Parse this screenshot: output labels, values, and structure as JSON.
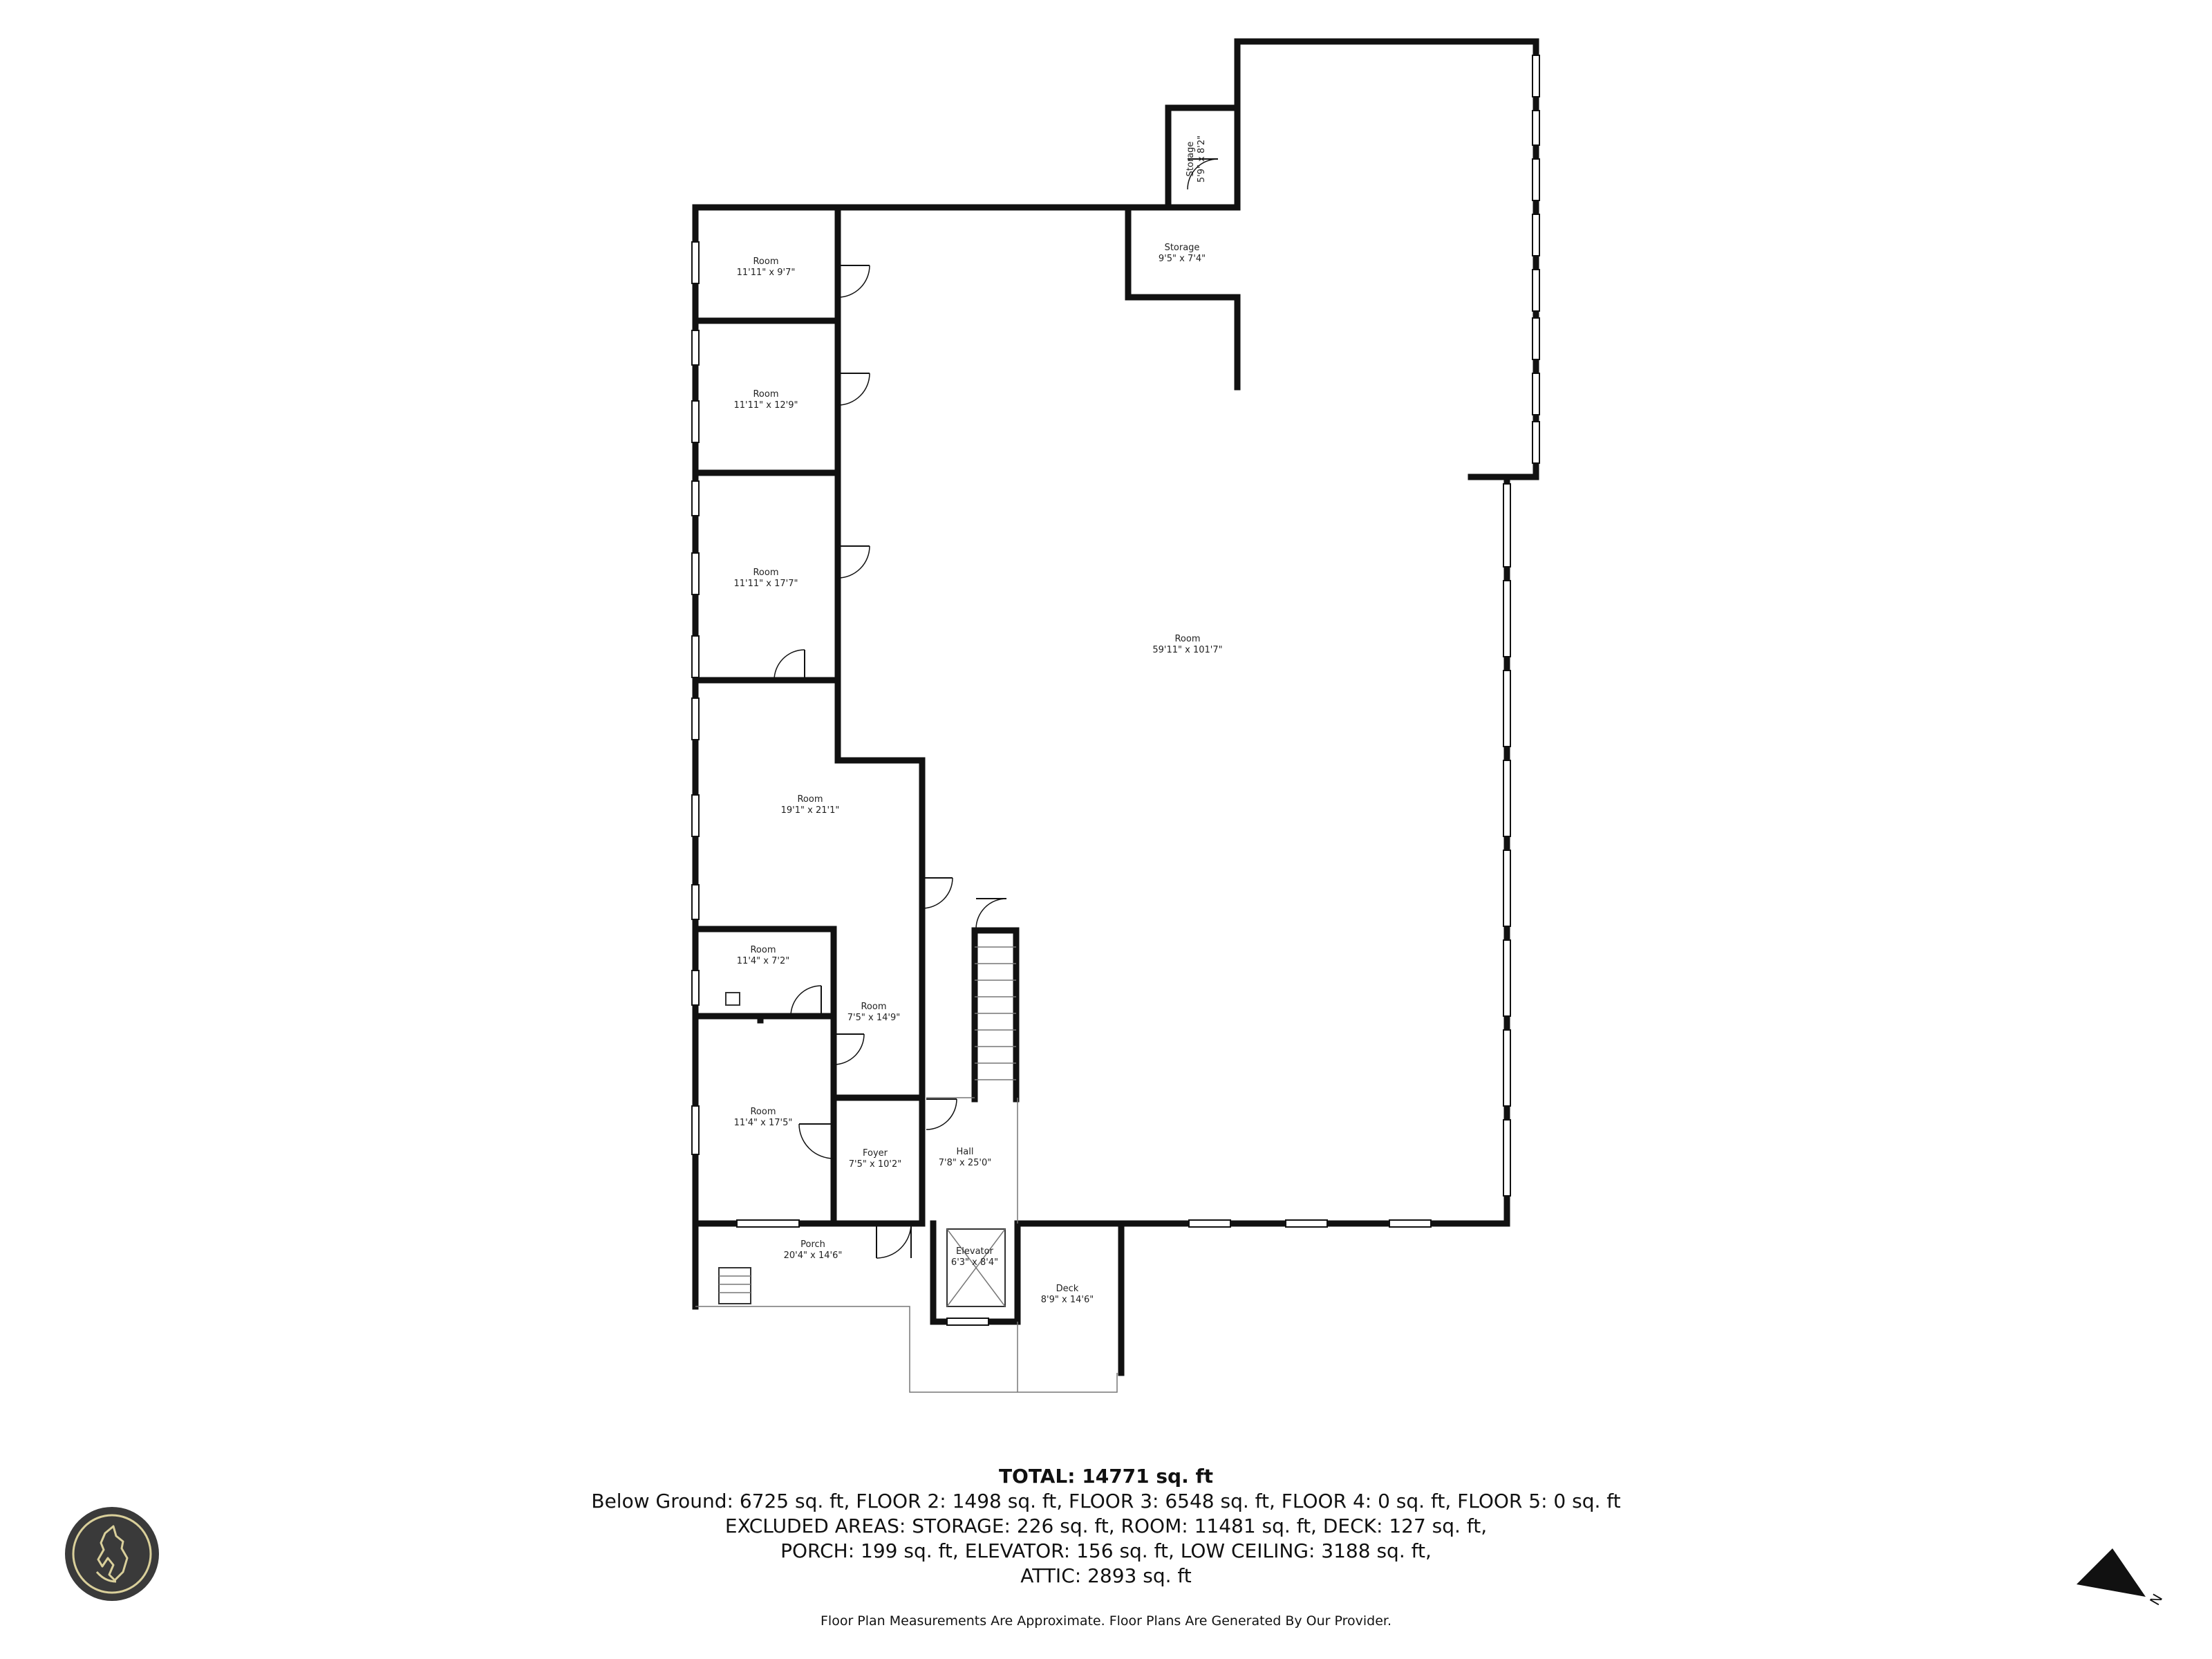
{
  "rooms": {
    "room_a": {
      "name": "Room",
      "size": "11'11\" x 9'7\""
    },
    "room_b": {
      "name": "Room",
      "size": "11'11\" x 12'9\""
    },
    "room_c": {
      "name": "Room",
      "size": "11'11\" x 17'7\""
    },
    "room_d": {
      "name": "Room",
      "size": "19'1\" x 21'1\""
    },
    "room_e": {
      "name": "Room",
      "size": "11'4\" x 7'2\""
    },
    "room_f": {
      "name": "Room",
      "size": "7'5\" x 14'9\""
    },
    "room_g": {
      "name": "Room",
      "size": "11'4\" x 17'5\""
    },
    "foyer": {
      "name": "Foyer",
      "size": "7'5\" x 10'2\""
    },
    "hall": {
      "name": "Hall",
      "size": "7'8\" x 25'0\""
    },
    "porch": {
      "name": "Porch",
      "size": "20'4\" x 14'6\""
    },
    "elevator": {
      "name": "Elevator",
      "size": "6'3\" x 8'4\""
    },
    "deck": {
      "name": "Deck",
      "size": "8'9\" x 14'6\""
    },
    "main_room": {
      "name": "Room",
      "size": "59'11\" x 101'7\""
    },
    "storage_top": {
      "name": "Storage",
      "size": "5'9\" x 8'2\""
    },
    "storage_mid": {
      "name": "Storage",
      "size": "9'5\" x 7'4\""
    }
  },
  "summary": {
    "total": "TOTAL: 14771 sq. ft",
    "line1": "Below Ground: 6725 sq. ft, FLOOR 2: 1498 sq. ft, FLOOR 3: 6548 sq. ft, FLOOR 4: 0 sq. ft, FLOOR 5: 0 sq. ft",
    "line2": "EXCLUDED AREAS: STORAGE: 226 sq. ft, ROOM: 11481 sq. ft, DECK: 127 sq. ft,",
    "line3": "PORCH: 199 sq. ft, ELEVATOR: 156 sq. ft, LOW CEILING: 3188 sq. ft,",
    "line4": "ATTIC: 2893 sq. ft"
  },
  "disclaimer": "Floor Plan Measurements Are Approximate. Floor Plans Are Generated By Our Provider.",
  "compass": {
    "label": "N"
  },
  "colors": {
    "logo_bg": "#3a3a3a",
    "logo_fg": "#d9cf9a",
    "wall": "#111111"
  }
}
